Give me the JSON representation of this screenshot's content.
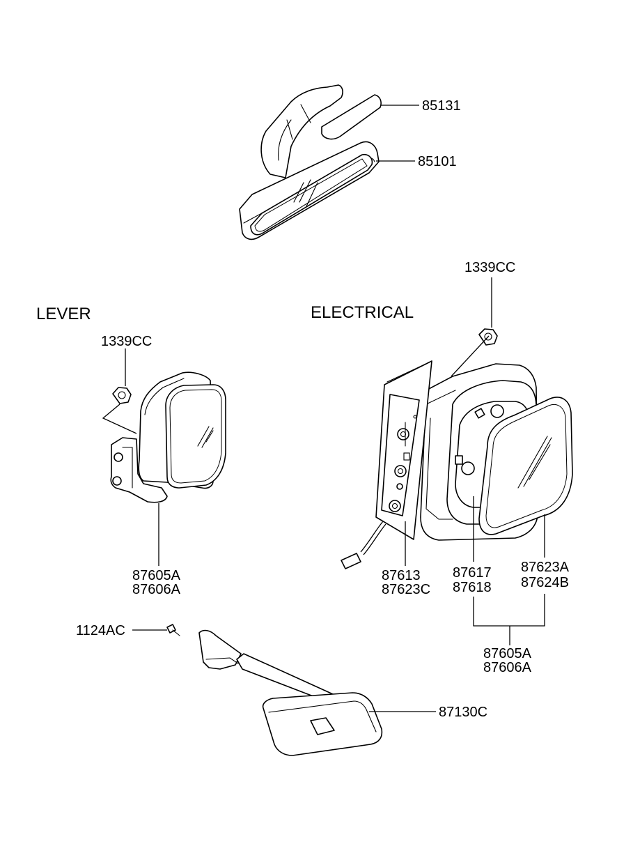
{
  "sections": {
    "lever": "LEVER",
    "electrical": "ELECTRICAL"
  },
  "parts": {
    "p85131": "85131",
    "p85101": "85101",
    "bolt_electrical": "1339CC",
    "bolt_lever": "1339CC",
    "lever_assy_1": "87605A",
    "lever_assy_2": "87606A",
    "elec_cover_1": "87613",
    "elec_cover_2": "87623C",
    "elec_actuator_1": "87617",
    "elec_actuator_2": "87618",
    "elec_glass_1": "87623A",
    "elec_glass_2": "87624B",
    "elec_assy_1": "87605A",
    "elec_assy_2": "87606A",
    "screw": "1124AC",
    "wide_mirror": "87130C"
  }
}
